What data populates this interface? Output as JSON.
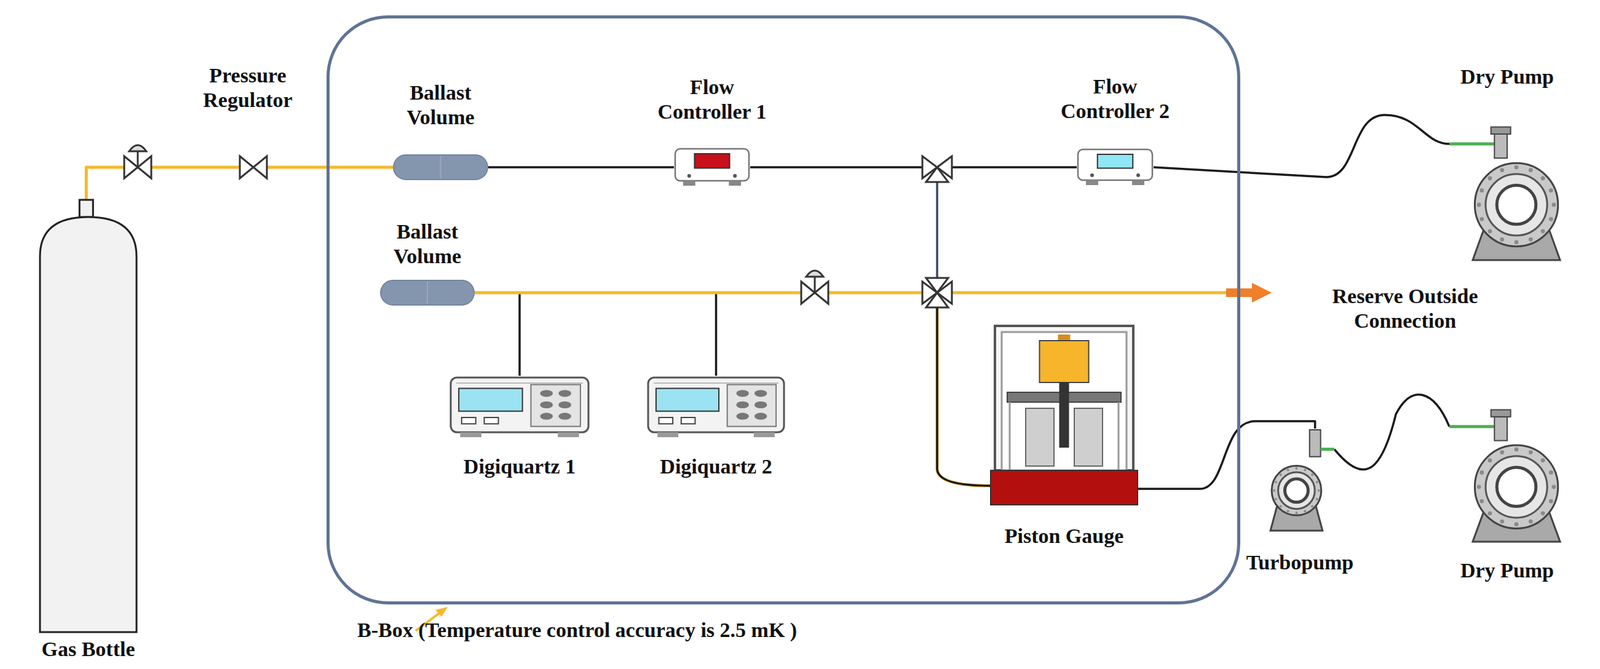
{
  "diagram": {
    "nodes": [
      {
        "text": [
          "Gas Bottle"
        ]
      },
      {
        "text": [
          "B-Box (Temperature control accuracy is 2.5 mK )"
        ]
      },
      {
        "text": [
          "Ballast Volume"
        ],
        "in": 1
      },
      {
        "text": [
          "Flow Controller 1"
        ],
        "in": 1
      },
      {
        "text": [
          "Flow Controller 2"
        ],
        "in": 1
      },
      {
        "text": [
          "Ballast Volume"
        ],
        "in": 1
      },
      {
        "text": [
          "Digiquartz 1"
        ],
        "in": 1
      },
      {
        "text": [
          "Digiquartz 2"
        ],
        "in": 1
      },
      {
        "text": [
          "Piston Gauge"
        ],
        "in": 1
      },
      {
        "text": [
          "Dry Pump"
        ]
      },
      {
        "text": [
          "Turbopump"
        ]
      },
      {
        "text": [
          "Dry Pump"
        ]
      }
    ],
    "edges": [
      {
        "from": 0,
        "to": 2,
        "arrow": "none"
      },
      {
        "from": 2,
        "to": 3,
        "arrow": "none"
      },
      {
        "from": 3,
        "to": 4,
        "arrow": "none"
      },
      {
        "from": 4,
        "to": 9,
        "arrow": "none"
      },
      {
        "from": 5,
        "to": 6,
        "arrow": "none"
      },
      {
        "from": 5,
        "to": 7,
        "arrow": "none"
      },
      {
        "from": 5,
        "to": 8,
        "arrow": "none"
      },
      {
        "from": 8,
        "to": 10,
        "arrow": "none"
      },
      {
        "from": 10,
        "to": 11,
        "arrow": "none"
      }
    ],
    "labels": [
      "Pressure Regulator",
      "Reserve Outside Connection"
    ]
  }
}
